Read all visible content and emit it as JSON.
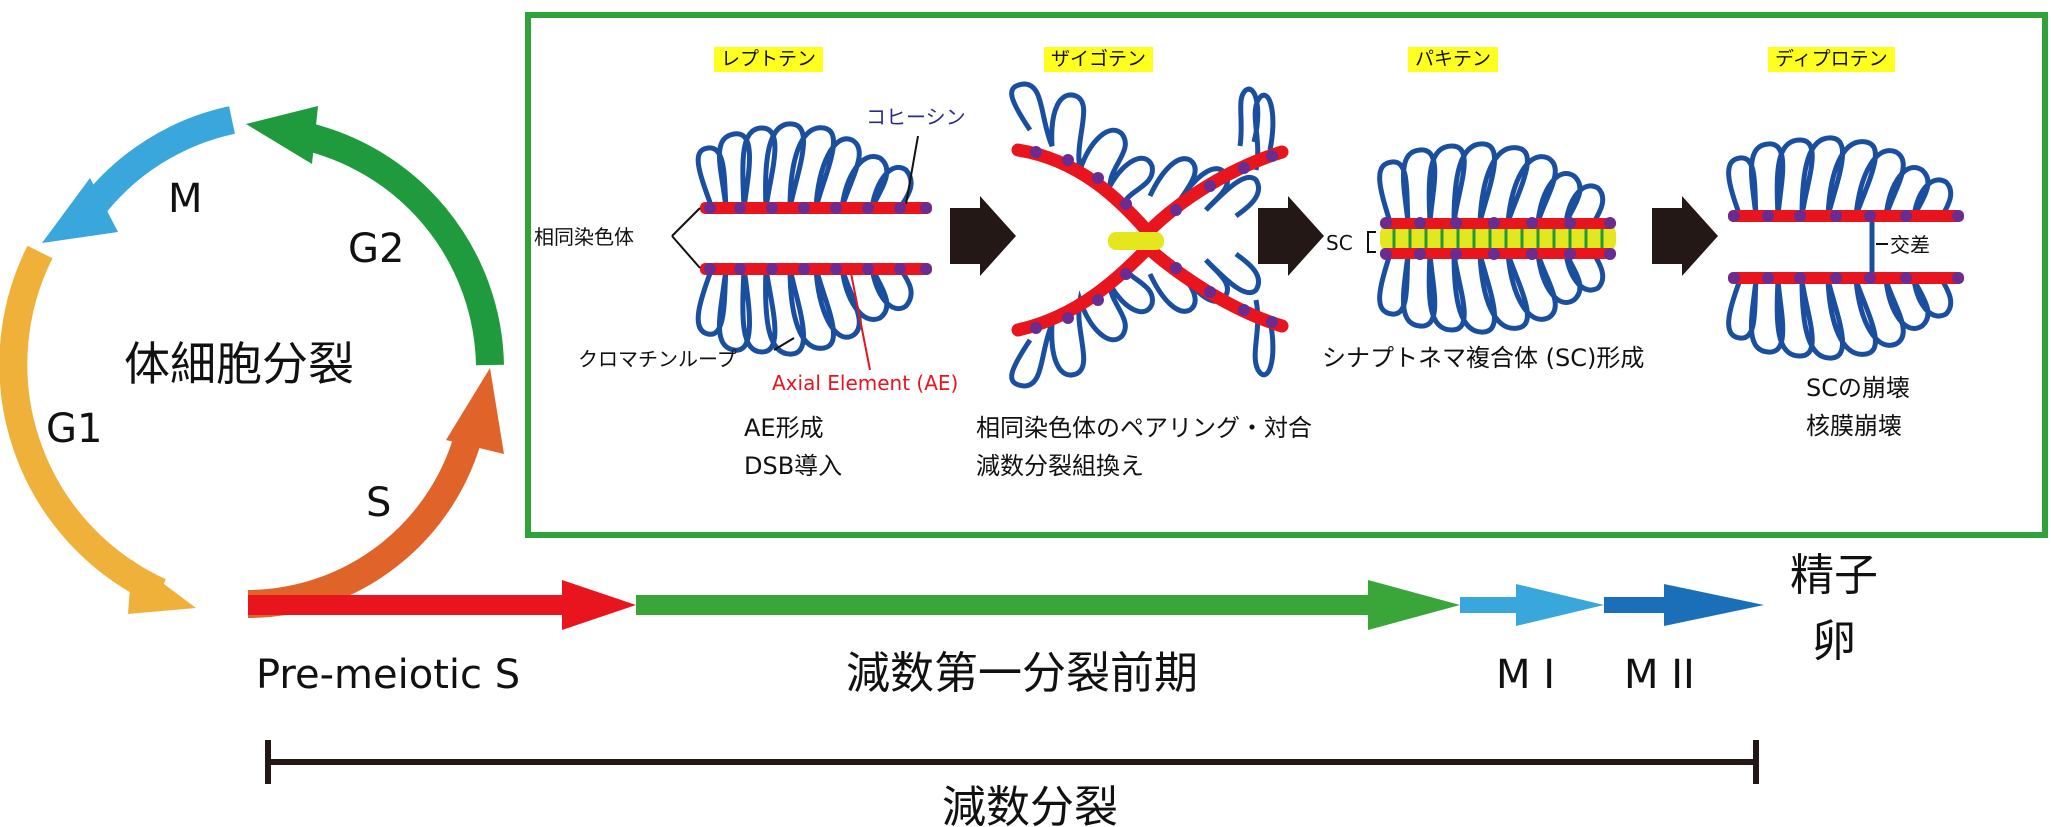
{
  "cycle": {
    "center_label": "体細胞分裂",
    "phases": [
      "M",
      "G2",
      "G1",
      "S"
    ],
    "colors": {
      "m": "#3aa7dc",
      "g2": "#1f9a3c",
      "g1": "#f0b13a",
      "s": "#e0642a"
    }
  },
  "stages": [
    "レプトテン",
    "ザイゴテン",
    "パキテン",
    "ディプロテン"
  ],
  "labels": {
    "cohesin": "コヒーシン",
    "homologs": "相同染色体",
    "chromatin_loop": "クロマチンループ",
    "axial_element": "Axial Element (AE)",
    "sc": "SC",
    "crossover": "交差"
  },
  "descriptions": {
    "leptotene": [
      "AE形成",
      "DSB導入"
    ],
    "zygotene": [
      "相同染色体のペアリング・対合",
      "減数分裂組換え"
    ],
    "pachytene": [
      "シナプトネマ複合体 (SC)形成"
    ],
    "diplotene": [
      "SCの崩壊",
      "核膜崩壊"
    ]
  },
  "timeline": {
    "pre_meiotic_s": "Pre-meiotic S",
    "prophase": "減数第一分裂前期",
    "m1": "M I",
    "m2": "M II",
    "products": [
      "精子",
      "卵"
    ],
    "meiosis": "減数分裂"
  },
  "colors": {
    "box": "#2fa33a",
    "ae": "#e8141e",
    "loop": "#1a4fa0",
    "cohesin": "#6a2c91",
    "sc_core": "#e4e61e"
  }
}
